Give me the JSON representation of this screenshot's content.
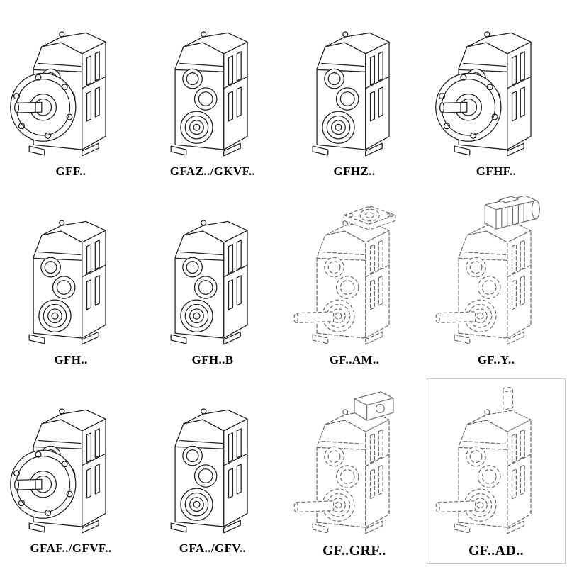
{
  "page": {
    "background": "#ffffff"
  },
  "colors": {
    "line": "#222222",
    "phantom_line": "#6f6f6f",
    "label": "#000000"
  },
  "catalog": {
    "items": [
      {
        "label": "GFF..",
        "variant": "flange-output"
      },
      {
        "label": "GFAZ../GKVF..",
        "variant": "hollow-shaft"
      },
      {
        "label": "GFHZ..",
        "variant": "hollow-shaft"
      },
      {
        "label": "GFHF..",
        "variant": "flange-output"
      },
      {
        "label": "GFH..",
        "variant": "foot-mounted"
      },
      {
        "label": "GFH..B",
        "variant": "foot-mounted"
      },
      {
        "label": "GF..AM..",
        "variant": "iec-adapter-phantom"
      },
      {
        "label": "GF..Y..",
        "variant": "with-motor-phantom"
      },
      {
        "label": "GFAF../GFVF..",
        "variant": "flange-output"
      },
      {
        "label": "GFA../GFV..",
        "variant": "shaft-mounted"
      },
      {
        "label": "GF..GRF..",
        "variant": "adapter-phantom"
      },
      {
        "label": "GF..AD..",
        "variant": "input-shaft-phantom"
      }
    ]
  }
}
